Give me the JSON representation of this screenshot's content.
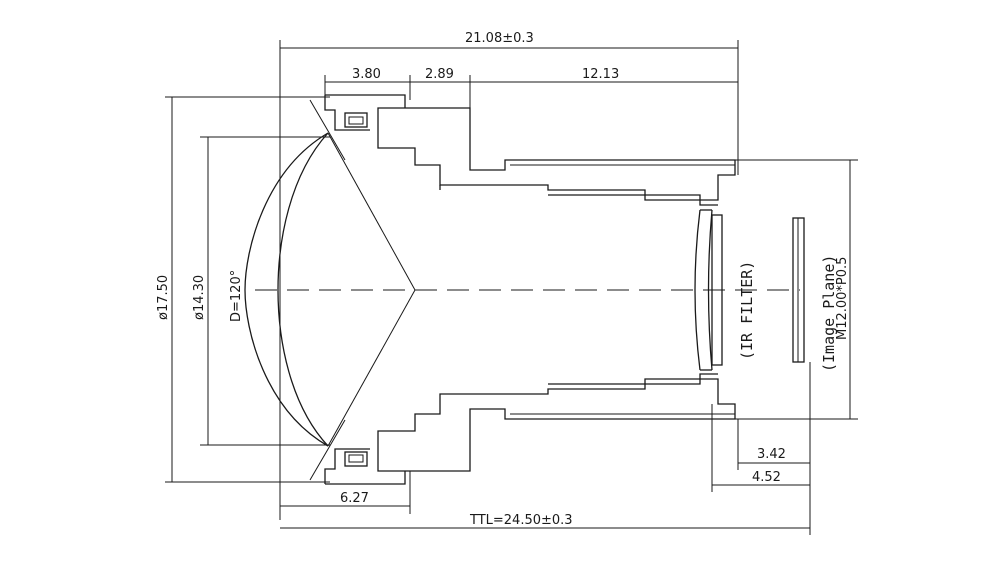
{
  "dimensions": {
    "overall_length": "21.08±0.3",
    "front_section": "3.80",
    "middle_section": "2.89",
    "barrel_length": "12.13",
    "outer_diameter": "ø17.50",
    "lens_diameter": "ø14.30",
    "field_of_view": "D=120°",
    "front_depth": "6.27",
    "filter_to_plane": "3.42",
    "flange_to_plane": "4.52",
    "total_track": "TTL=24.50±0.3",
    "thread": "M12.00*P0.5"
  },
  "labels": {
    "ir_filter": "(IR FILTER)",
    "image_plane": "(Image Plane)"
  }
}
